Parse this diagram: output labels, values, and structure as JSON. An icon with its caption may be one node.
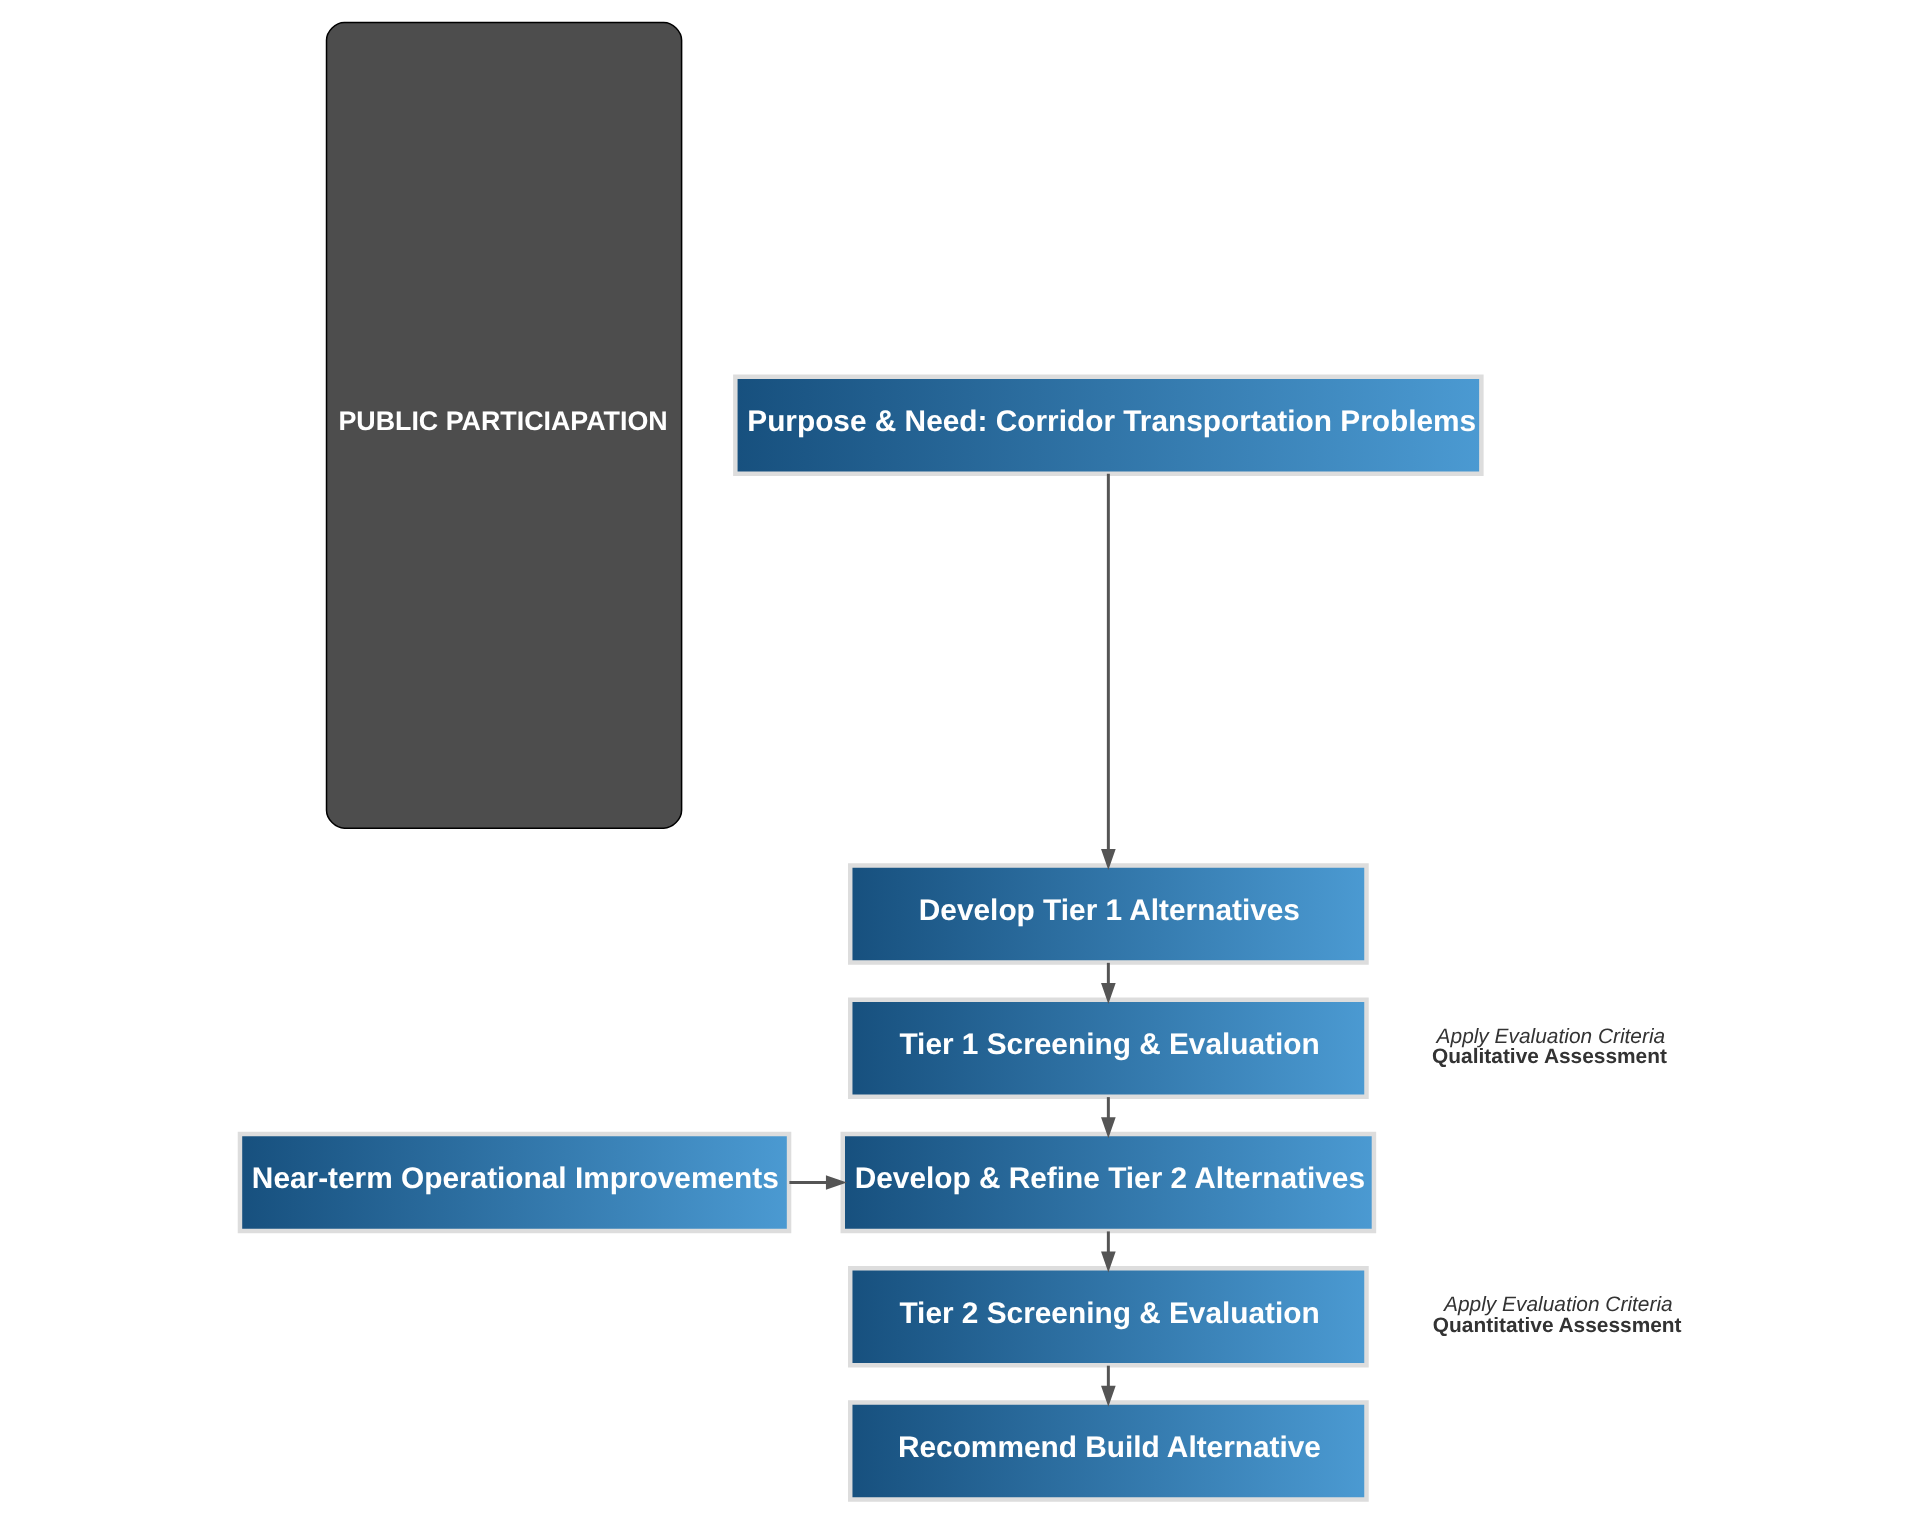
{
  "diagram": {
    "nodes": [
      {
        "text": [
          "PUBLIC PARTICIAPATION"
        ]
      },
      {
        "text": [
          "Purpose & Need: Corridor Transportation Problems"
        ]
      },
      {
        "text": [
          "Develop Tier 1 Alternatives"
        ]
      },
      {
        "text": [
          "Tier 1 Screening & Evaluation"
        ],
        "beside": [
          "Apply Evaluation Criteria",
          "Qualitative Assessment"
        ]
      },
      {
        "text": [
          "Develop & Refine Tier 2 Alternatives"
        ]
      },
      {
        "text": [
          "Near-term Operational Improvements"
        ]
      },
      {
        "text": [
          "Tier 2 Screening & Evaluation"
        ],
        "beside": [
          "Apply Evaluation Criteria",
          "Quantitative Assessment"
        ]
      },
      {
        "text": [
          "Recommend Build Alternative"
        ]
      }
    ],
    "edges": [
      {
        "from": 1,
        "to": 2,
        "arrow": "to"
      },
      {
        "from": 2,
        "to": 3,
        "arrow": "to"
      },
      {
        "from": 3,
        "to": 4,
        "arrow": "to"
      },
      {
        "from": 5,
        "to": 4,
        "arrow": "to"
      },
      {
        "from": 4,
        "to": 6,
        "arrow": "to"
      },
      {
        "from": 6,
        "to": 7,
        "arrow": "to"
      }
    ]
  }
}
